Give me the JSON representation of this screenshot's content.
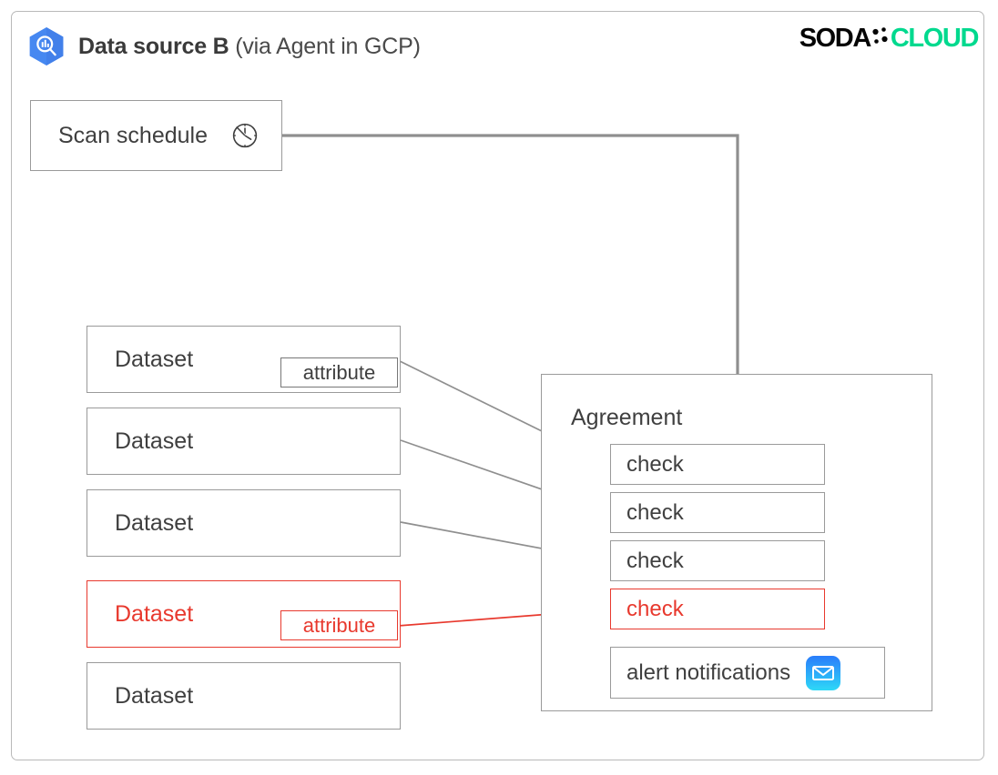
{
  "header": {
    "icon": "bigquery-hexagon-icon",
    "title_strong": "Data source B",
    "title_regular": " (via Agent in GCP)"
  },
  "logo": {
    "word_one": "SODA",
    "dots_icon": "soda-dots-icon",
    "word_two": "CLOUD",
    "color_black": "#050505",
    "color_green": "#00d98e"
  },
  "scan_schedule": {
    "label": "Scan schedule",
    "icon": "clock-icon"
  },
  "datasets": [
    {
      "label": "Dataset",
      "attribute": "attribute",
      "state": "normal"
    },
    {
      "label": "Dataset",
      "attribute": null,
      "state": "normal"
    },
    {
      "label": "Dataset",
      "attribute": null,
      "state": "normal"
    },
    {
      "label": "Dataset",
      "attribute": "attribute",
      "state": "alert"
    },
    {
      "label": "Dataset",
      "attribute": null,
      "state": "normal"
    }
  ],
  "agreement": {
    "title": "Agreement",
    "checks": [
      {
        "label": "check",
        "state": "normal"
      },
      {
        "label": "check",
        "state": "normal"
      },
      {
        "label": "check",
        "state": "normal"
      },
      {
        "label": "check",
        "state": "alert"
      }
    ],
    "alert": {
      "label": "alert notifications",
      "icon": "mail-icon"
    }
  },
  "colors": {
    "border_gray": "#9a9a9a",
    "text_gray": "#3f3f3f",
    "alert_red": "#e8392e",
    "wire_gray": "#8f8f8f",
    "mail_blue_top": "#2a7dfb",
    "mail_blue_bottom": "#2ed8f7"
  }
}
